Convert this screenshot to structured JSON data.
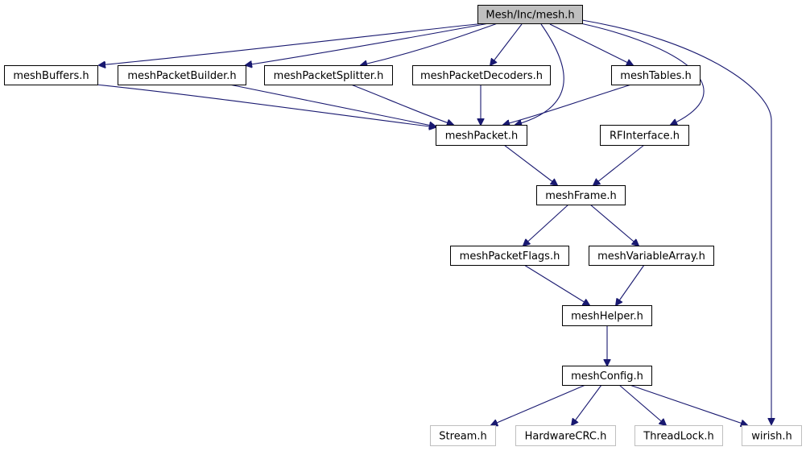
{
  "colors": {
    "edge": "#191970",
    "node_border": "#000000",
    "external_border": "#bfbfbf",
    "root_fill": "#bfbfbf",
    "node_fill": "#ffffff"
  },
  "nodes": [
    {
      "id": "mesh",
      "label": "Mesh/Inc/mesh.h",
      "kind": "root"
    },
    {
      "id": "meshBuffers",
      "label": "meshBuffers.h",
      "kind": "header"
    },
    {
      "id": "meshPacketBuilder",
      "label": "meshPacketBuilder.h",
      "kind": "header"
    },
    {
      "id": "meshPacketSplitter",
      "label": "meshPacketSplitter.h",
      "kind": "header"
    },
    {
      "id": "meshPacketDecoders",
      "label": "meshPacketDecoders.h",
      "kind": "header"
    },
    {
      "id": "meshTables",
      "label": "meshTables.h",
      "kind": "header"
    },
    {
      "id": "meshPacket",
      "label": "meshPacket.h",
      "kind": "header"
    },
    {
      "id": "RFInterface",
      "label": "RFInterface.h",
      "kind": "header"
    },
    {
      "id": "meshFrame",
      "label": "meshFrame.h",
      "kind": "header"
    },
    {
      "id": "meshPacketFlags",
      "label": "meshPacketFlags.h",
      "kind": "header"
    },
    {
      "id": "meshVariableArray",
      "label": "meshVariableArray.h",
      "kind": "header"
    },
    {
      "id": "meshHelper",
      "label": "meshHelper.h",
      "kind": "header"
    },
    {
      "id": "meshConfig",
      "label": "meshConfig.h",
      "kind": "header"
    },
    {
      "id": "Stream",
      "label": "Stream.h",
      "kind": "external"
    },
    {
      "id": "HardwareCRC",
      "label": "HardwareCRC.h",
      "kind": "external"
    },
    {
      "id": "ThreadLock",
      "label": "ThreadLock.h",
      "kind": "external"
    },
    {
      "id": "wirish",
      "label": "wirish.h",
      "kind": "external"
    }
  ],
  "edges": [
    {
      "from": "mesh",
      "to": "meshBuffers"
    },
    {
      "from": "mesh",
      "to": "meshPacketBuilder"
    },
    {
      "from": "mesh",
      "to": "meshPacketSplitter"
    },
    {
      "from": "mesh",
      "to": "meshPacketDecoders"
    },
    {
      "from": "mesh",
      "to": "meshTables"
    },
    {
      "from": "mesh",
      "to": "meshPacket"
    },
    {
      "from": "mesh",
      "to": "RFInterface"
    },
    {
      "from": "mesh",
      "to": "wirish"
    },
    {
      "from": "meshBuffers",
      "to": "meshPacket"
    },
    {
      "from": "meshPacketBuilder",
      "to": "meshPacket"
    },
    {
      "from": "meshPacketSplitter",
      "to": "meshPacket"
    },
    {
      "from": "meshPacketDecoders",
      "to": "meshPacket"
    },
    {
      "from": "meshTables",
      "to": "meshPacket"
    },
    {
      "from": "meshPacket",
      "to": "meshFrame"
    },
    {
      "from": "RFInterface",
      "to": "meshFrame"
    },
    {
      "from": "meshFrame",
      "to": "meshPacketFlags"
    },
    {
      "from": "meshFrame",
      "to": "meshVariableArray"
    },
    {
      "from": "meshPacketFlags",
      "to": "meshHelper"
    },
    {
      "from": "meshVariableArray",
      "to": "meshHelper"
    },
    {
      "from": "meshHelper",
      "to": "meshConfig"
    },
    {
      "from": "meshConfig",
      "to": "Stream"
    },
    {
      "from": "meshConfig",
      "to": "HardwareCRC"
    },
    {
      "from": "meshConfig",
      "to": "ThreadLock"
    },
    {
      "from": "meshConfig",
      "to": "wirish"
    }
  ]
}
